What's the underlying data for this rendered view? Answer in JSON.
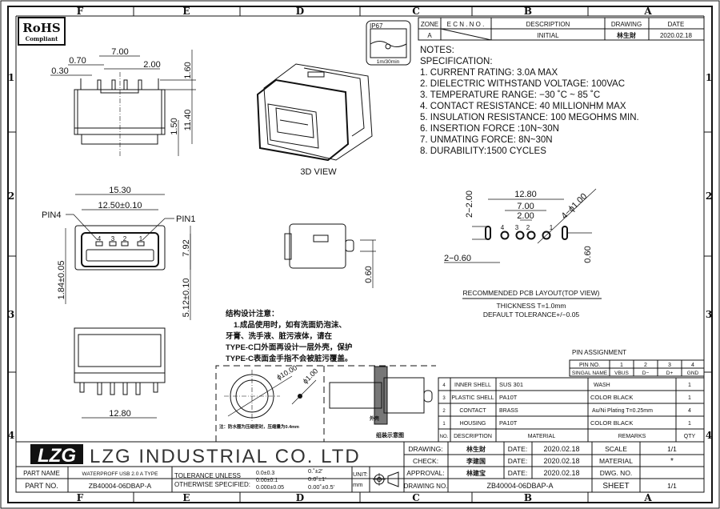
{
  "frame": {
    "columns": [
      "F",
      "E",
      "D",
      "C",
      "B",
      "A"
    ],
    "rows": [
      "1",
      "2",
      "3",
      "4"
    ]
  },
  "rohs": {
    "title": "RoHS",
    "subtitle": "Compliant"
  },
  "ip_badge": {
    "rating": "IP67",
    "depth": "1m/30min"
  },
  "revision": {
    "headers": [
      "ZONE",
      "E C N . N O .",
      "DESCRIPTION",
      "DRAWING",
      "DATE"
    ],
    "row": {
      "zone": "A",
      "ecn": "",
      "description": "INITIAL",
      "drawing": "林生財",
      "date": "2020.02.18"
    }
  },
  "notes": {
    "title": "NOTES:",
    "subtitle": "SPECIFICATION:",
    "items": [
      "1. CURRENT RATING: 3.0A MAX",
      "2. DIELECTRIC WITHSTAND VOLTAGE: 100VAC",
      "3. TEMPERATURE RANGE: −30 ˚C ~ 85 ˚C",
      "4. CONTACT RESISTANCE: 40 MILLIONHM MAX",
      "5. INSULATION RESISTANCE: 100 MEGOHMS MIN.",
      "6. INSERTION FORCE :10N~30N",
      "7. UNMATING FORCE: 8N~30N",
      "8. DURABILITY:1500 CYCLES"
    ]
  },
  "views": {
    "top_dims": {
      "d700": "7.00",
      "d070": "0.70",
      "d030": "0.30",
      "d200": "2.00",
      "d160": "1.60",
      "d150": "1.50",
      "d1140": "11.40"
    },
    "iso_label": "3D VIEW",
    "front_dims": {
      "d1530": "15.30",
      "d1250": "12.50±0.10",
      "pin4": "PIN4",
      "pin1": "PIN1",
      "d792": "7.92",
      "d184": "1.84±0.05",
      "d512": "5.12±0.10",
      "pins": [
        "4",
        "3",
        "2",
        "1"
      ]
    },
    "side_dims": {
      "d060": "0.60"
    },
    "bottom_dims": {
      "d1280": "12.80"
    }
  },
  "pcb": {
    "d1280": "12.80",
    "d700": "7.00",
    "d200": "2.00",
    "slot": "2−2.00",
    "hole": "4−ϕ1.00",
    "slot_w": "2−0.60",
    "d060": "0.60",
    "pins": [
      "4",
      "3",
      "2",
      "1"
    ],
    "title": "RECOMMENDED PCB LAYOUT(TOP VIEW)",
    "thickness": "THICKNESS T=1.0mm",
    "tolerance": "DEFAULT TOLERANCE+/−0.05"
  },
  "design_note": {
    "title": "结构设计注意：",
    "lines": [
      "1.成品使用时，如有洗面奶泡沫、",
      "牙膏、洗手液、脏污液体，请在",
      "TYPE-C口外面再设计一层外壳，保护",
      "TYPE-C表面金手指不会被脏污覆盖。"
    ],
    "d10": "ϕ10.00",
    "d1": "ϕ1.00",
    "small_note": "注：防水圈为压缩密封，压缩量为0.4mm",
    "panel_label": "外壳",
    "assembly_label": "组装示意图"
  },
  "pin_assignment": {
    "title": "PIN ASSIGNMENT",
    "pin_no_label": "PIN NO.",
    "signal_label": "SINGAL NAME",
    "pins": [
      {
        "no": "1",
        "signal": "VBUS"
      },
      {
        "no": "2",
        "signal": "D−"
      },
      {
        "no": "3",
        "signal": "D+"
      },
      {
        "no": "4",
        "signal": "GND"
      }
    ]
  },
  "bom": {
    "headers": [
      "NO.",
      "DESCRIPTION",
      "MATERIAL",
      "REMARKS",
      "QTY"
    ],
    "rows": [
      {
        "no": "4",
        "desc": "INNER SHELL",
        "material": "SUS 301",
        "remarks": "WASH",
        "qty": "1"
      },
      {
        "no": "3",
        "desc": "PLASTIC SHELL",
        "material": "PA10T",
        "remarks": "COLOR BLACK",
        "qty": "1"
      },
      {
        "no": "2",
        "desc": "CONTACT",
        "material": "BRASS",
        "remarks": "Au/Ni  Plating  T=0.25mm",
        "qty": "4"
      },
      {
        "no": "1",
        "desc": "HOUSING",
        "material": "PA10T",
        "remarks": "COLOR BLACK",
        "qty": "1"
      }
    ]
  },
  "title_block": {
    "logo": "LZG",
    "company": "LZG INDUSTRIAL CO. LTD",
    "drawing_label": "DRAWING:",
    "drawing_sign": "林生財",
    "check_label": "CHECK:",
    "check_sign": "李建国",
    "approval_label": "APPROVAL:",
    "approval_sign": "林建宝",
    "date_label": "DATE:",
    "date1": "2020.02.18",
    "date2": "2020.02.18",
    "date3": "2020.02.18",
    "scale_label": "SCALE",
    "scale": "1/1",
    "material_label": "MATERIAL",
    "material": "*",
    "dwg_no_label": "DWG. NO.",
    "dwg_no": "",
    "drawing_no_label": "DRAWING NO.",
    "drawing_no": "ZB40004-06DBAP-A",
    "sheet_label": "SHEET",
    "sheet": "1/1",
    "part_name_label": "PART NAME",
    "part_name": "WATERPROFF USB 2.0 A TYPE",
    "part_no_label": "PART NO.",
    "part_no": "ZB40004-06DBAP-A",
    "tol_label1": "TOLERANCE UNLESS",
    "tol_label2": "OTHERWISE SPECIFIED:",
    "tol": [
      "0.0±0.3",
      "0.00±0.1",
      "0.000±0.05"
    ],
    "ang": [
      "0.˚±2'",
      "0.0˚±1'",
      "0.00˚±0.5'"
    ],
    "unit_label": "UNIT:",
    "unit": "mm"
  }
}
